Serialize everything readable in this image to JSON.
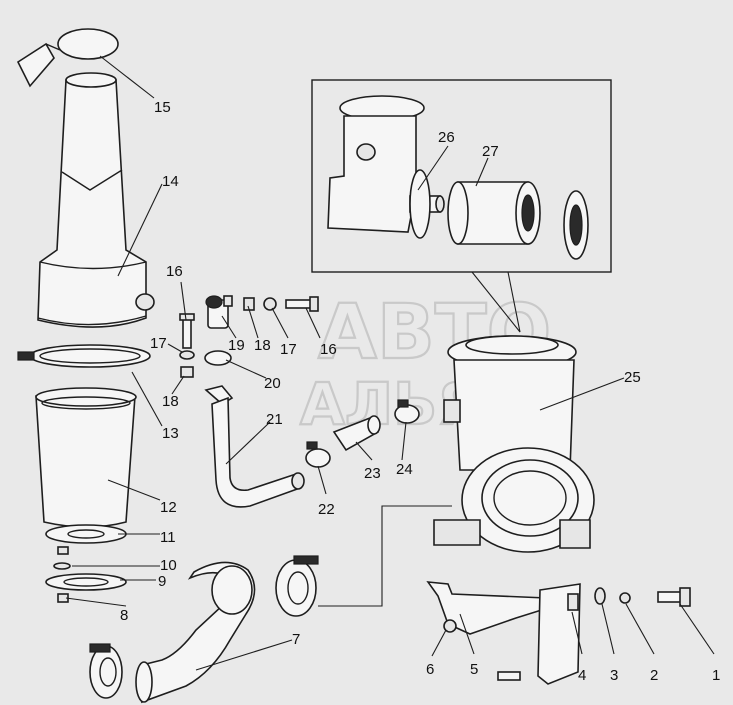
{
  "watermark": {
    "line1": "АВТО",
    "line2": "АЛЬЯНС"
  },
  "callouts": [
    "1",
    "2",
    "3",
    "4",
    "5",
    "6",
    "7",
    "8",
    "9",
    "10",
    "11",
    "12",
    "13",
    "14",
    "15",
    "16",
    "16",
    "17",
    "17",
    "18",
    "18",
    "19",
    "20",
    "21",
    "22",
    "23",
    "24",
    "25",
    "26",
    "27"
  ]
}
